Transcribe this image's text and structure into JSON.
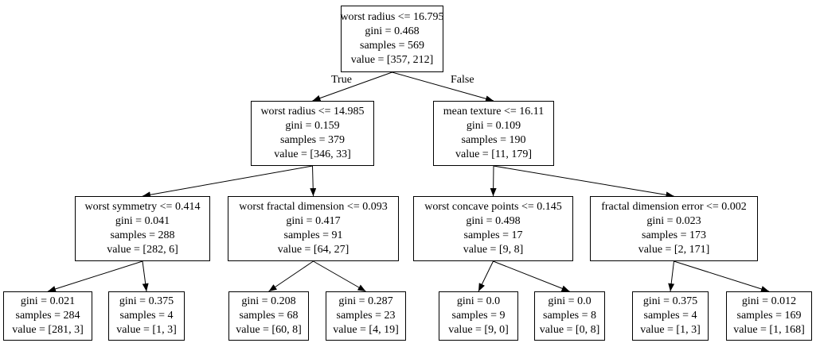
{
  "tree": {
    "nodes": [
      {
        "id": "n0",
        "lines": [
          "worst radius <= 16.795",
          "gini = 0.468",
          "samples = 569",
          "value = [357, 212]"
        ]
      },
      {
        "id": "n1",
        "lines": [
          "worst radius <= 14.985",
          "gini = 0.159",
          "samples = 379",
          "value = [346, 33]"
        ]
      },
      {
        "id": "n2",
        "lines": [
          "mean texture <= 16.11",
          "gini = 0.109",
          "samples = 190",
          "value = [11, 179]"
        ]
      },
      {
        "id": "n3",
        "lines": [
          "worst symmetry <= 0.414",
          "gini = 0.041",
          "samples = 288",
          "value = [282, 6]"
        ]
      },
      {
        "id": "n4",
        "lines": [
          "worst fractal dimension <= 0.093",
          "gini = 0.417",
          "samples = 91",
          "value = [64, 27]"
        ]
      },
      {
        "id": "n5",
        "lines": [
          "worst concave points <= 0.145",
          "gini = 0.498",
          "samples = 17",
          "value = [9, 8]"
        ]
      },
      {
        "id": "n6",
        "lines": [
          "fractal dimension error <= 0.002",
          "gini = 0.023",
          "samples = 173",
          "value = [2, 171]"
        ]
      },
      {
        "id": "n7",
        "lines": [
          "gini = 0.021",
          "samples = 284",
          "value = [281, 3]"
        ]
      },
      {
        "id": "n8",
        "lines": [
          "gini = 0.375",
          "samples = 4",
          "value = [1, 3]"
        ]
      },
      {
        "id": "n9",
        "lines": [
          "gini = 0.208",
          "samples = 68",
          "value = [60, 8]"
        ]
      },
      {
        "id": "n10",
        "lines": [
          "gini = 0.287",
          "samples = 23",
          "value = [4, 19]"
        ]
      },
      {
        "id": "n11",
        "lines": [
          "gini = 0.0",
          "samples = 9",
          "value = [9, 0]"
        ]
      },
      {
        "id": "n12",
        "lines": [
          "gini = 0.0",
          "samples = 8",
          "value = [0, 8]"
        ]
      },
      {
        "id": "n13",
        "lines": [
          "gini = 0.375",
          "samples = 4",
          "value = [1, 3]"
        ]
      },
      {
        "id": "n14",
        "lines": [
          "gini = 0.012",
          "samples = 169",
          "value = [1, 168]"
        ]
      }
    ],
    "edges": [
      {
        "from": "n0",
        "to": "n1",
        "label": "True"
      },
      {
        "from": "n0",
        "to": "n2",
        "label": "False"
      },
      {
        "from": "n1",
        "to": "n3",
        "label": ""
      },
      {
        "from": "n1",
        "to": "n4",
        "label": ""
      },
      {
        "from": "n2",
        "to": "n5",
        "label": ""
      },
      {
        "from": "n2",
        "to": "n6",
        "label": ""
      },
      {
        "from": "n3",
        "to": "n7",
        "label": ""
      },
      {
        "from": "n3",
        "to": "n8",
        "label": ""
      },
      {
        "from": "n4",
        "to": "n9",
        "label": ""
      },
      {
        "from": "n4",
        "to": "n10",
        "label": ""
      },
      {
        "from": "n5",
        "to": "n11",
        "label": ""
      },
      {
        "from": "n5",
        "to": "n12",
        "label": ""
      },
      {
        "from": "n6",
        "to": "n13",
        "label": ""
      },
      {
        "from": "n6",
        "to": "n14",
        "label": ""
      }
    ]
  }
}
